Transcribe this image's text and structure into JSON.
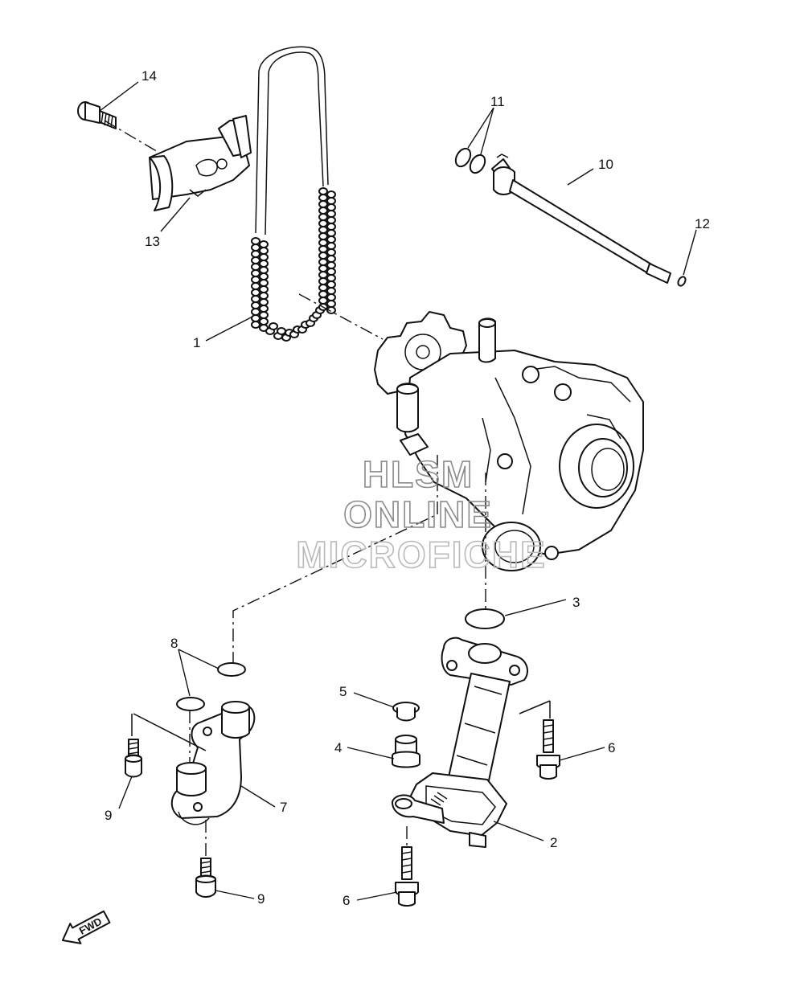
{
  "callouts": [
    {
      "id": "1",
      "label": "1"
    },
    {
      "id": "2",
      "label": "2"
    },
    {
      "id": "3",
      "label": "3"
    },
    {
      "id": "4",
      "label": "4"
    },
    {
      "id": "5",
      "label": "5"
    },
    {
      "id": "6a",
      "label": "6"
    },
    {
      "id": "6b",
      "label": "6"
    },
    {
      "id": "7",
      "label": "7"
    },
    {
      "id": "8",
      "label": "8"
    },
    {
      "id": "9a",
      "label": "9"
    },
    {
      "id": "9b",
      "label": "9"
    },
    {
      "id": "10",
      "label": "10"
    },
    {
      "id": "11",
      "label": "11"
    },
    {
      "id": "12",
      "label": "12"
    },
    {
      "id": "13",
      "label": "13"
    },
    {
      "id": "14",
      "label": "14"
    }
  ],
  "watermark": {
    "line1": "HLSM",
    "line2": "ONLINE",
    "line3": "MICROFICHE"
  },
  "direction_marker": {
    "label": "FWD"
  }
}
